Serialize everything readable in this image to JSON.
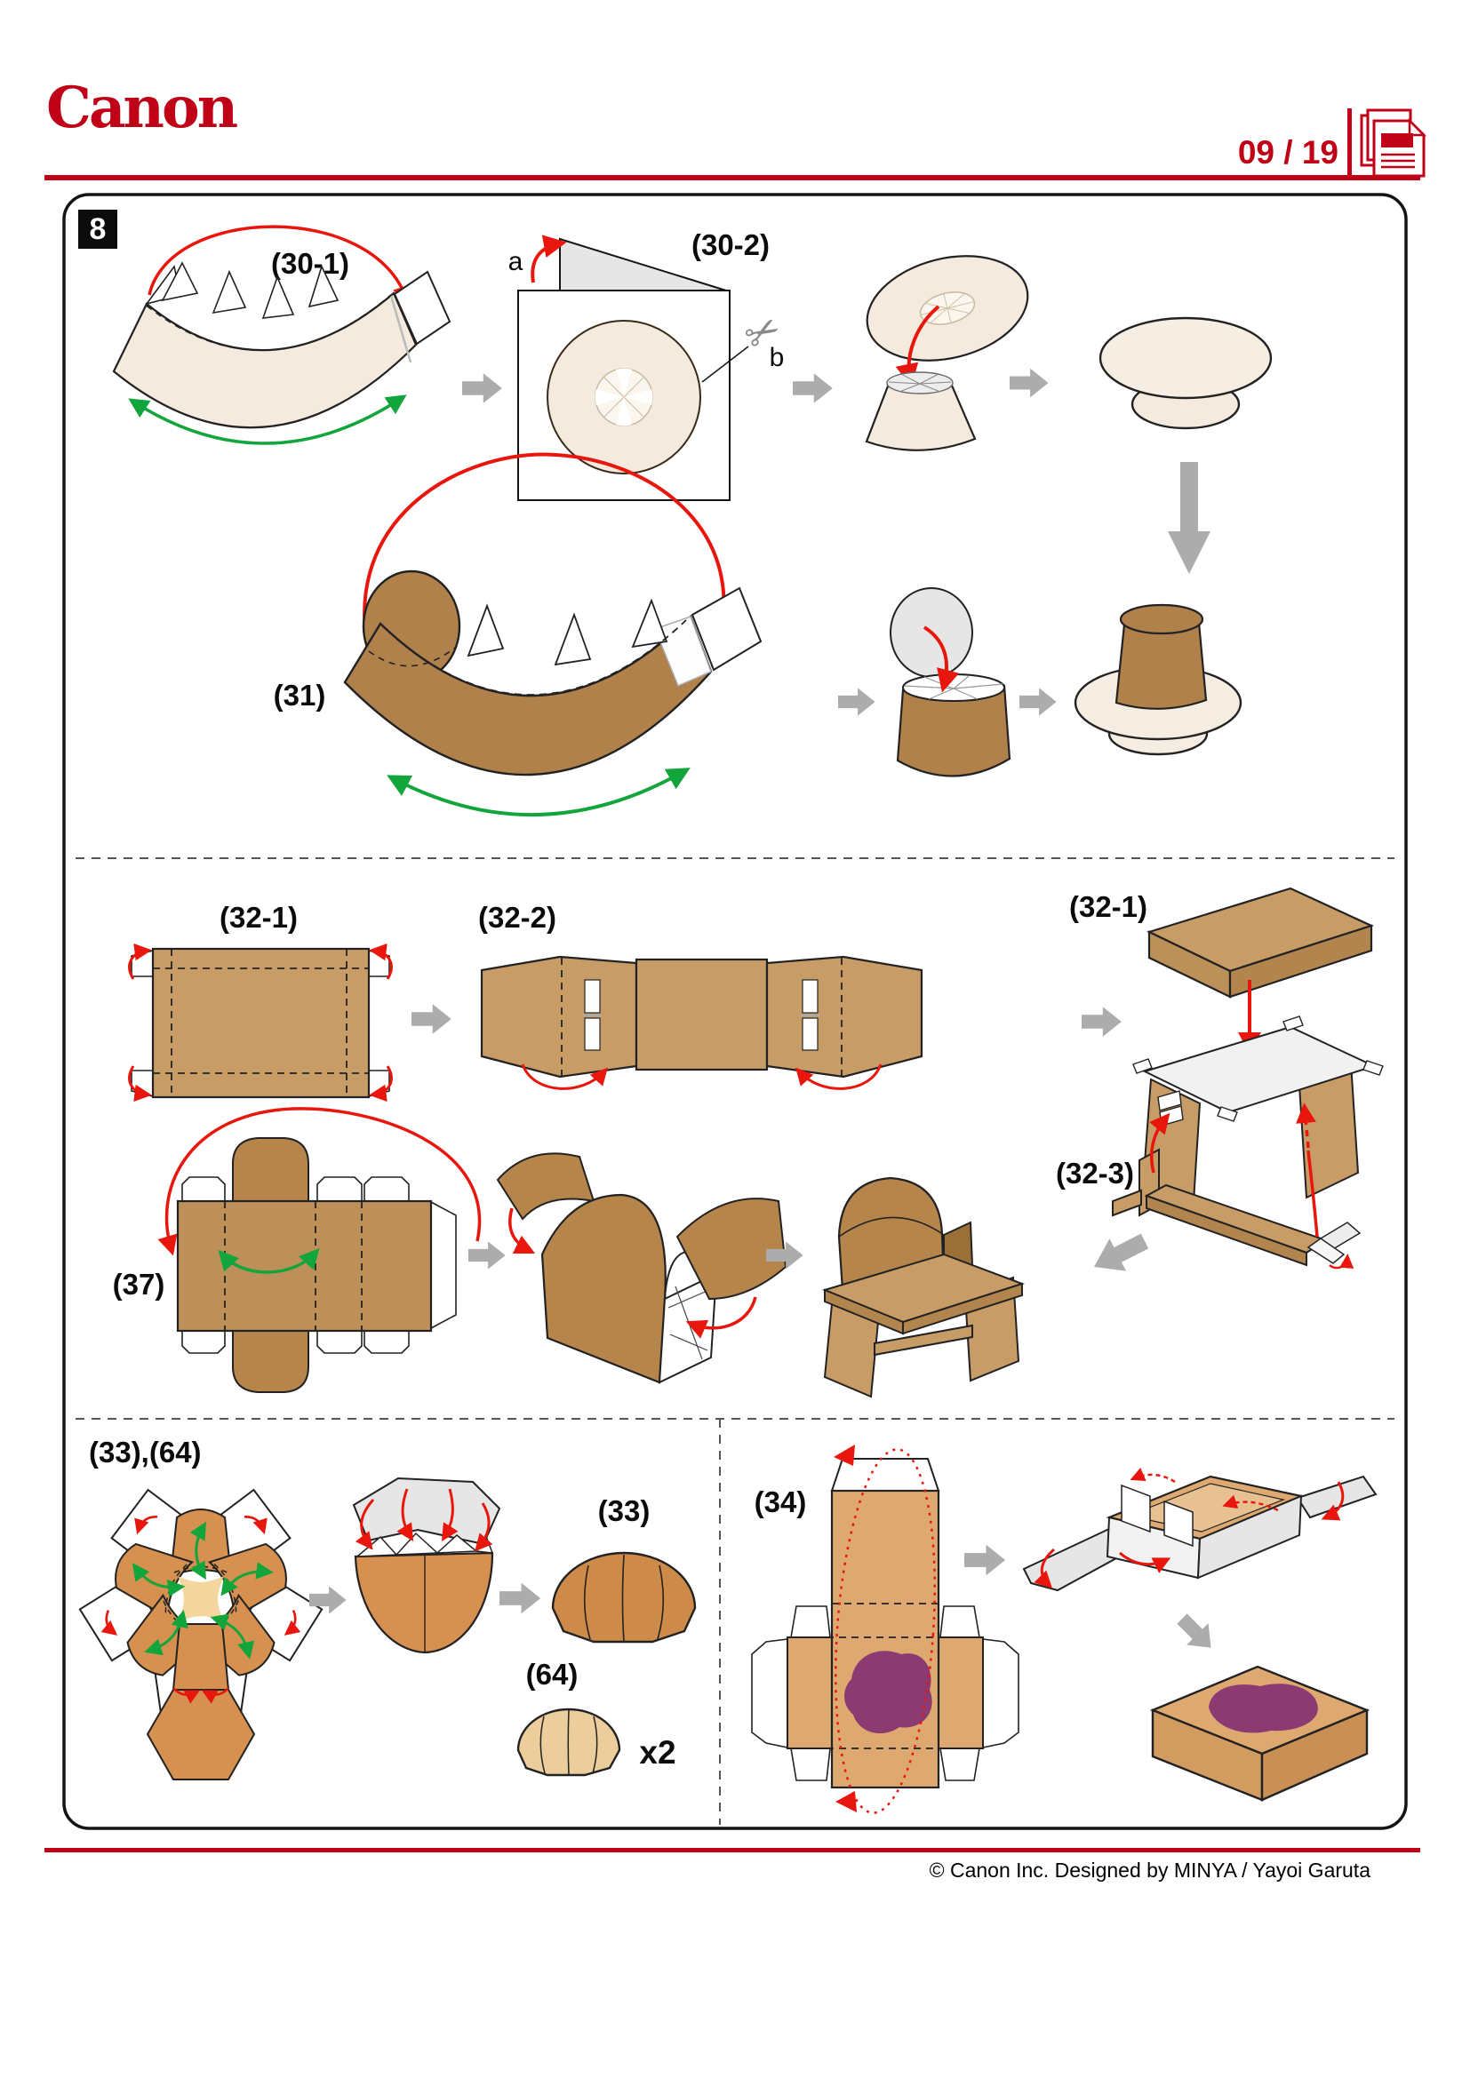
{
  "header": {
    "logo_text": "Canon",
    "page_number": "09 / 19"
  },
  "step_number": "8",
  "labels": {
    "part_30_1": "(30-1)",
    "part_30_2": "(30-2)",
    "part_31": "(31)",
    "part_32_1": "(32-1)",
    "part_32_2": "(32-2)",
    "part_32_3": "(32-3)",
    "part_37": "(37)",
    "part_33_64": "(33),(64)",
    "part_33": "(33)",
    "part_64": "(64)",
    "part_34": "(34)"
  },
  "annotations": {
    "fold_a": "a",
    "cut_b": "b",
    "count_64": "x2"
  },
  "icons": {
    "scissors": "✂"
  },
  "footer": {
    "copyright": "© Canon Inc. Designed by MINYA / Yayoi Garuta"
  },
  "colors": {
    "brand_red": "#C00016",
    "cream": "#F4EADD",
    "brown": "#B0814B",
    "tan": "#C79C66",
    "orange": "#D6904F",
    "pale_tan": "#ECCD9C",
    "light_tan": "#DDA970",
    "purple": "#8B3A72",
    "arrow_red": "#E8160C",
    "arrow_green": "#12A53B",
    "arrow_gray": "#ACACAC",
    "flap_gray": "#E6E6E6"
  }
}
